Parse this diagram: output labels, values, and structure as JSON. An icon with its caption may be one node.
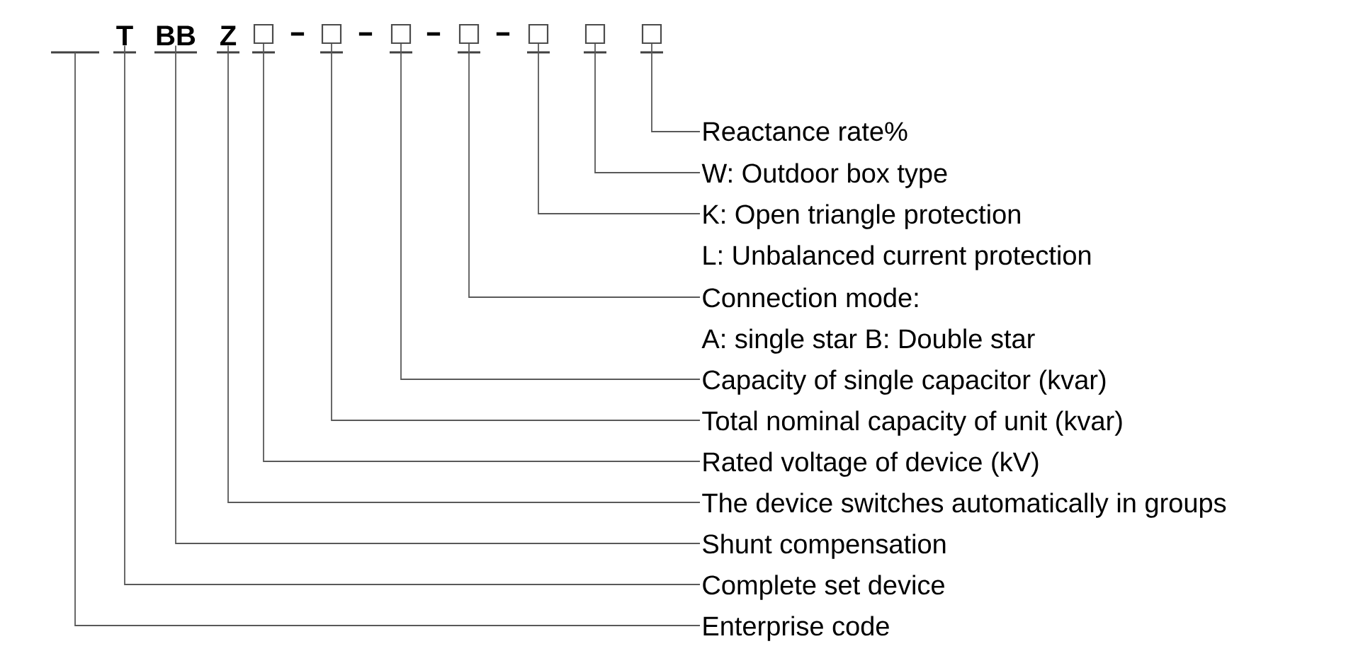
{
  "diagram": {
    "nodes": [
      {
        "text": [
          "T"
        ]
      },
      {
        "text": [
          "BB"
        ]
      },
      {
        "text": [
          "Z"
        ]
      },
      {
        "text": [],
        "shape": "box"
      },
      {
        "text": [],
        "shape": "box"
      },
      {
        "text": [],
        "shape": "box"
      },
      {
        "text": [],
        "shape": "box"
      },
      {
        "text": [],
        "shape": "box"
      },
      {
        "text": [],
        "shape": "box"
      },
      {
        "text": [],
        "shape": "box"
      },
      {
        "text": [
          "Reactance rate%"
        ]
      },
      {
        "text": [
          "W: Outdoor box type"
        ]
      },
      {
        "text": [
          "K: Open triangle protection",
          "L: Unbalanced current protection"
        ]
      },
      {
        "text": [
          "Connection mode:",
          "A: single star B: Double star"
        ]
      },
      {
        "text": [
          "Capacity of single capacitor (kvar)"
        ]
      },
      {
        "text": [
          "Total nominal capacity of unit (kvar)"
        ]
      },
      {
        "text": [
          "Rated voltage of device (kV)"
        ]
      },
      {
        "text": [
          "The device switches automatically in groups"
        ]
      },
      {
        "text": [
          "Shunt compensation"
        ]
      },
      {
        "text": [
          "Complete set device"
        ]
      },
      {
        "text": [
          "Enterprise code"
        ]
      }
    ],
    "edges": [
      {
        "from": 9,
        "to": 10,
        "arrow": "none"
      },
      {
        "from": 8,
        "to": 11,
        "arrow": "none"
      },
      {
        "from": 7,
        "to": 12,
        "arrow": "none"
      },
      {
        "from": 6,
        "to": 13,
        "arrow": "none"
      },
      {
        "from": 5,
        "to": 14,
        "arrow": "none"
      },
      {
        "from": 4,
        "to": 15,
        "arrow": "none"
      },
      {
        "from": 3,
        "to": 16,
        "arrow": "none"
      },
      {
        "from": 2,
        "to": 17,
        "arrow": "none"
      },
      {
        "from": 1,
        "to": 18,
        "arrow": "none"
      },
      {
        "from": 0,
        "to": 19,
        "arrow": "none"
      },
      {
        "from": null,
        "to": 20,
        "arrow": "none"
      }
    ],
    "labels": [
      "-",
      "-",
      "-",
      "-"
    ]
  }
}
